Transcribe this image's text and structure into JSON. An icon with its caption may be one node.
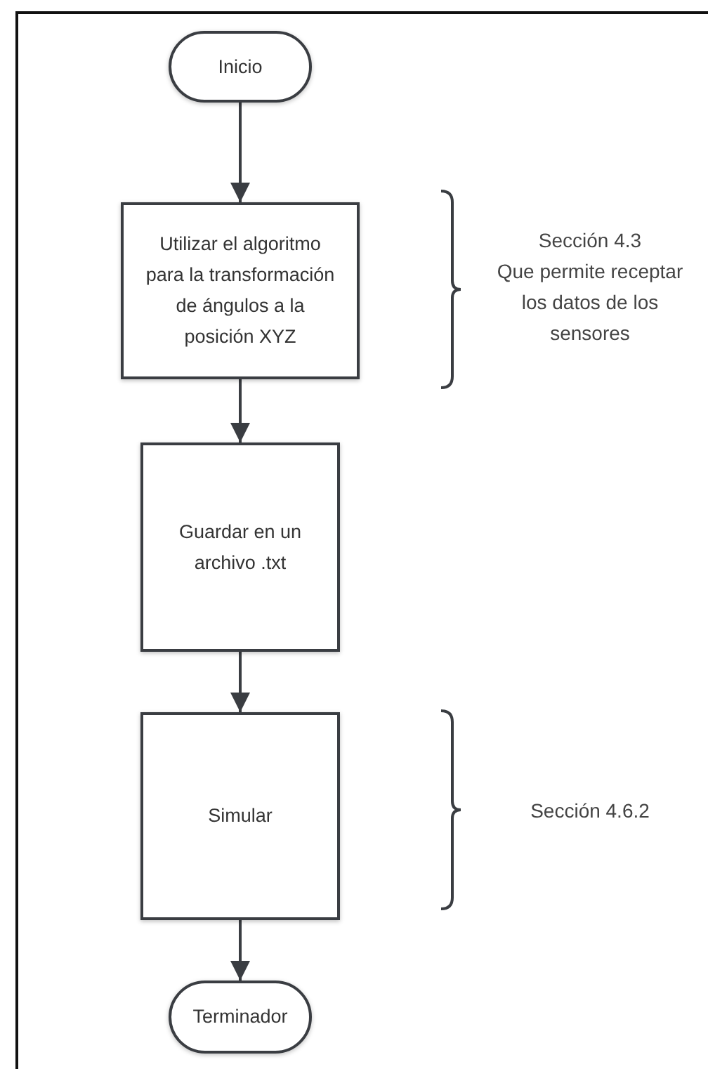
{
  "diagram": {
    "nodes": [
      {
        "text": [
          "Inicio"
        ]
      },
      {
        "text": [
          "Utilizar el algoritmo para la transformación de ángulos a la posición XYZ"
        ]
      },
      {
        "text": [
          "Guardar en un archivo .txt"
        ]
      },
      {
        "text": [
          "Simular"
        ]
      },
      {
        "text": [
          "Terminador"
        ]
      }
    ],
    "edges": [
      {
        "from": 0,
        "to": 1,
        "arrow": "to"
      },
      {
        "from": 1,
        "to": 2,
        "arrow": "to"
      },
      {
        "from": 2,
        "to": 3,
        "arrow": "to"
      },
      {
        "from": 3,
        "to": 4,
        "arrow": "to"
      }
    ],
    "labels": [
      "Sección 4.3",
      "Que permite receptar los datos de los sensores",
      "Sección 4.6.2"
    ]
  }
}
